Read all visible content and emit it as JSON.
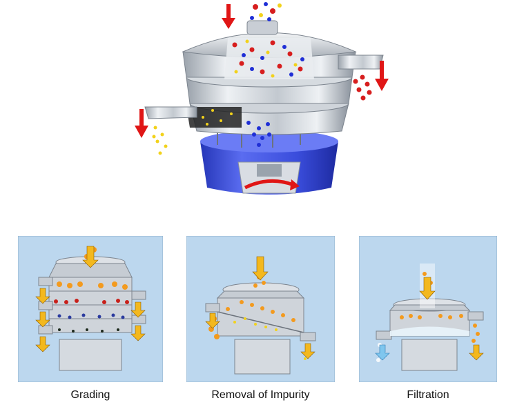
{
  "diagram": {
    "captions": {
      "grading": "Grading",
      "removal": "Removal of Impurity",
      "filtration": "Filtration"
    },
    "colors": {
      "steel_light": "#dfe3e8",
      "steel_dark": "#8a929c",
      "motor_base": "#3c4fe0",
      "arrow_red": "#e01616",
      "panel_bg": "#bcd7ee",
      "particle_red": "#d71e1e",
      "particle_blue": "#1f2fd6",
      "particle_yellow": "#f2d21b",
      "particle_orange": "#f39a1e"
    }
  }
}
